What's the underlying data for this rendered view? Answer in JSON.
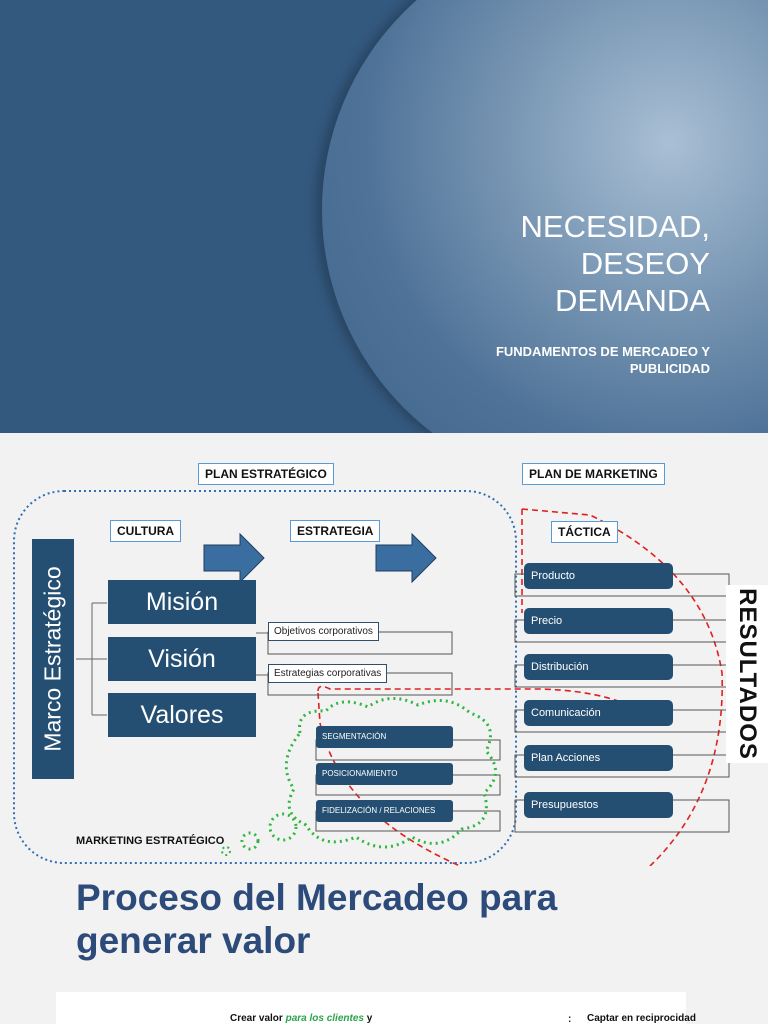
{
  "slide1": {
    "title_lines": [
      "NECESIDAD,",
      "DESEOY",
      "DEMANDA"
    ],
    "subtitle_lines": [
      "FUNDAMENTOS DE MERCADEO Y",
      "PUBLICIDAD"
    ]
  },
  "slide2": {
    "plan_estrategico": "PLAN ESTRATÉGICO",
    "plan_marketing": "PLAN DE MARKETING",
    "cultura": "CULTURA",
    "estrategia": "ESTRATEGIA",
    "tactica": "TÁCTICA",
    "marco": "Marco Estratégico",
    "mision": "Misión",
    "vision": "Visión",
    "valores": "Valores",
    "objetivos": "Objetivos corporativos",
    "estrategias": "Estrategias corporativas",
    "segmentacion": "SEGMENTACIÓN",
    "posicionamiento": "POSICIONAMIENTO",
    "fidelizacion": "FIDELIZACIÓN / RELACIONES",
    "marketing_estrategico": "MARKETING ESTRATÉGICO",
    "resultados": "RESULTADOS",
    "tactics": [
      "Producto",
      "Precio",
      "Distribución",
      "Comunicación",
      "Plan Acciones",
      "Presupuestos"
    ]
  },
  "slide3": {
    "title_lines": [
      "Proceso del Mercadeo para",
      "generar valor"
    ],
    "panel_left_pre": "Crear valor ",
    "panel_left_em": "para los clientes",
    "panel_left_post": " y",
    "panel_right": "Captar en reciprocidad"
  }
}
